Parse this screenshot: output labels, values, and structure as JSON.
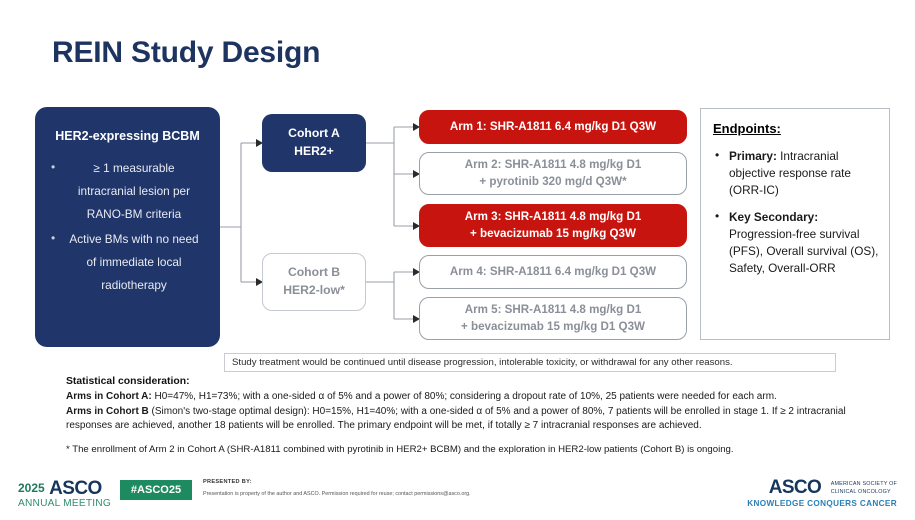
{
  "title": "REIN Study Design",
  "criteria": {
    "heading": "HER2-expressing BCBM",
    "bullets": [
      "≥ 1 measurable intracranial lesion per RANO-BM criteria",
      "Active BMs with no need of immediate local radiotherapy"
    ]
  },
  "cohorts": [
    {
      "id": "cohort-a",
      "line1": "Cohort A",
      "line2": "HER2+",
      "style": "filled"
    },
    {
      "id": "cohort-b",
      "line1": "Cohort B",
      "line2": "HER2-low*",
      "style": "outline"
    }
  ],
  "arms": [
    {
      "id": "arm-1",
      "line1": "Arm 1: SHR-A1811 6.4 mg/kg D1 Q3W",
      "line2": "",
      "highlight": true
    },
    {
      "id": "arm-2",
      "line1": "Arm 2: SHR-A1811 4.8 mg/kg D1",
      "line2": "+ pyrotinib 320 mg/d Q3W*",
      "highlight": false
    },
    {
      "id": "arm-3",
      "line1": "Arm 3: SHR-A1811 4.8 mg/kg D1",
      "line2": "+ bevacizumab 15 mg/kg Q3W",
      "highlight": true
    },
    {
      "id": "arm-4",
      "line1": "Arm 4: SHR-A1811 6.4 mg/kg D1 Q3W",
      "line2": "",
      "highlight": false
    },
    {
      "id": "arm-5",
      "line1": "Arm 5: SHR-A1811 4.8 mg/kg D1",
      "line2": "+ bevacizumab 15 mg/kg D1 Q3W",
      "highlight": false
    }
  ],
  "endpoints": {
    "title": "Endpoints:",
    "items": [
      {
        "label": "Primary:",
        "text": " Intracranial objective response rate (ORR-IC)"
      },
      {
        "label": "Key Secondary:",
        "text": " Progression-free survival (PFS), Overall survival (OS), Safety, Overall-ORR"
      }
    ]
  },
  "treatment_banner": "Study treatment would be continued until disease progression, intolerable toxicity, or withdrawal for any other reasons.",
  "statistics": {
    "heading": "Statistical consideration:",
    "cohort_a_label": "Arms in Cohort A:",
    "cohort_a_text": " H0=47%, H1=73%; with a one-sided α of 5% and a power of 80%; considering a dropout rate of 10%, 25 patients were needed for each arm.",
    "cohort_b_label": "Arms in Cohort B",
    "cohort_b_text": " (Simon's two-stage optimal design): H0=15%, H1=40%; with a one-sided α of 5% and a power of 80%, 7 patients will be enrolled in stage 1. If ≥ 2 intracranial responses are achieved, another 18 patients will be enrolled. The primary endpoint will be met, if totally ≥ 7 intracranial responses are achieved."
  },
  "footnote": "* The enrollment of Arm 2 in Cohort A (SHR-A1811 combined with pyrotinib in HER2+ BCBM) and the exploration in HER2-low patients (Cohort B) is ongoing.",
  "footer": {
    "year": "2025",
    "asco": "ASCO",
    "annual_meeting": "ANNUAL MEETING",
    "hashtag": "#ASCO25",
    "presented_by": "PRESENTED BY:",
    "permission": "Presentation is property of the author and ASCO. Permission required for reuse; contact permissions@asco.org.",
    "right_asco": "ASCO",
    "right_society_line1": "AMERICAN SOCIETY OF",
    "right_society_line2": "CLINICAL ONCOLOGY",
    "right_tagline": "KNOWLEDGE CONQUERS CANCER"
  },
  "colors": {
    "navy": "#20356a",
    "red": "#c8140f",
    "title_blue": "#1d3461",
    "gray_text": "#8a8f98",
    "green": "#1e8a5f"
  }
}
